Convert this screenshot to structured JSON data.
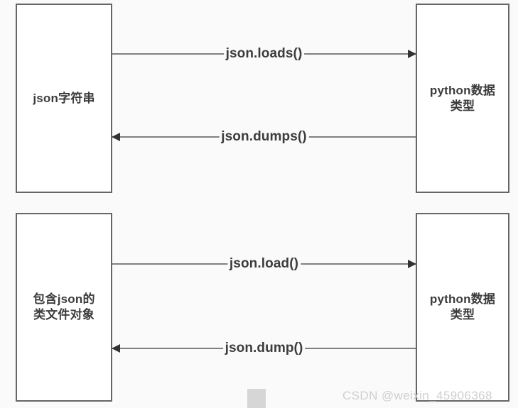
{
  "diagram": {
    "background_color": "#fafafa",
    "box_border_color": "#666666",
    "line_color": "#808080",
    "arrow_color": "#333333",
    "text_color": "#3c3c3c",
    "sections": [
      {
        "id": "string-section",
        "left_node": {
          "label": "json字符串"
        },
        "right_node": {
          "label": "python数据\n类型"
        },
        "edges": [
          {
            "id": "loads",
            "label": "json.loads()",
            "direction": "right"
          },
          {
            "id": "dumps",
            "label": "json.dumps()",
            "direction": "left"
          }
        ]
      },
      {
        "id": "file-section",
        "left_node": {
          "label": "包含json的\n类文件对象"
        },
        "right_node": {
          "label": "python数据\n类型"
        },
        "edges": [
          {
            "id": "load",
            "label": "json.load()",
            "direction": "right"
          },
          {
            "id": "dump",
            "label": "json.dump()",
            "direction": "left"
          }
        ]
      }
    ]
  },
  "watermark": {
    "text": "CSDN @weixin_45906368",
    "color": "#cfcfcf"
  }
}
